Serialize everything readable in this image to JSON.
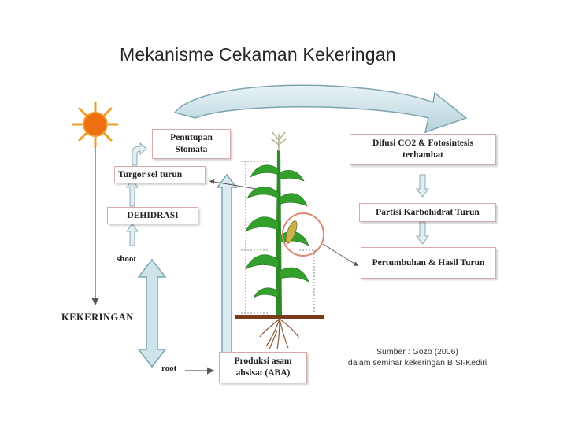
{
  "title": "Mekanisme Cekaman Kekeringan",
  "boxes": {
    "penutupan": "Penutupan Stomata",
    "turgor": "Turgor sel turun",
    "dehidrasi": "DEHIDRASI",
    "difusi": "Difusi CO2 & Fotosintesis terhambat",
    "partisi": "Partisi Karbohidrat Turun",
    "pertumbuhan": "Pertumbuhan & Hasil Turun",
    "produksi": "Produksi asam absisat (ABA)"
  },
  "labels": {
    "shoot": "shoot",
    "root": "root",
    "kekeringan": "KEKERINGAN"
  },
  "source": {
    "line1": "Sumber : Gozo (2006)",
    "line2": "dalam seminar kekeringan BISI-Kediri"
  },
  "colors": {
    "arrow_fill": "#cfe3ea",
    "arrow_stroke": "#7fa3b2",
    "box_border": "#d9a9a9",
    "sun": "#f07a1a",
    "plant": "#2f8a2a"
  }
}
